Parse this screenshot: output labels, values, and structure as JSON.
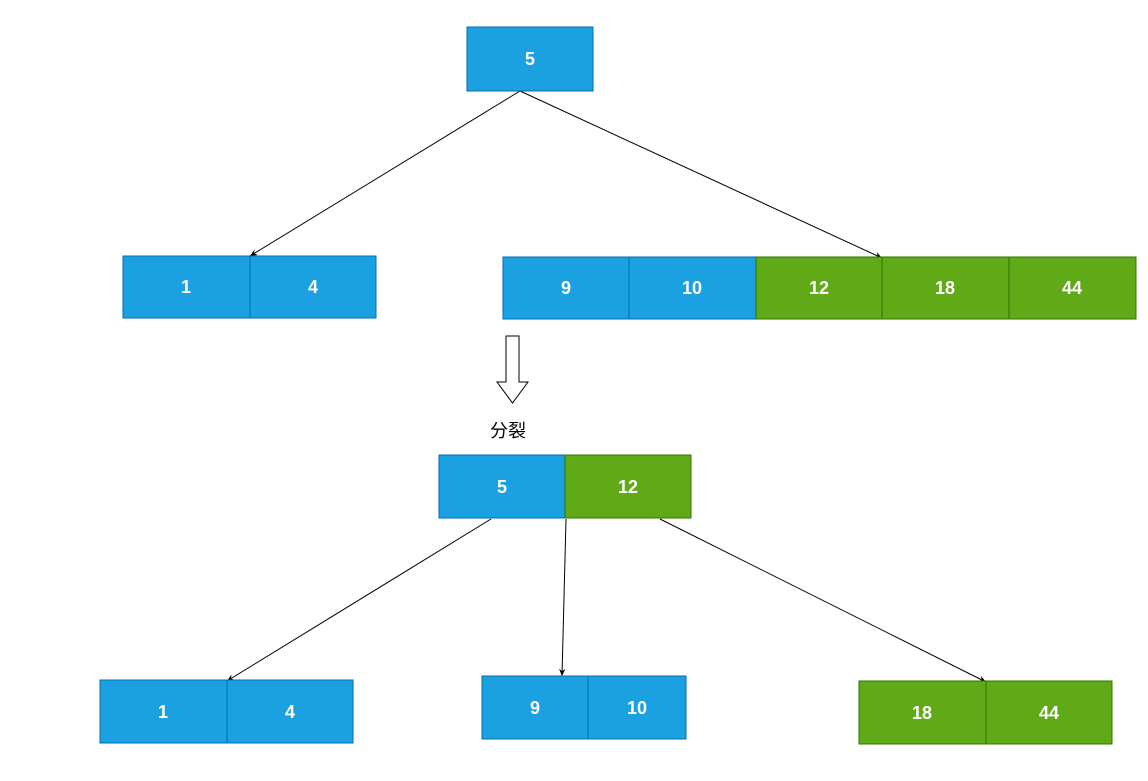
{
  "colors": {
    "blue": "#1ba1e2",
    "blue_stroke": "#006eaf",
    "green": "#60a917",
    "green_stroke": "#2d7600",
    "edge": "#000000"
  },
  "before": {
    "root": [
      {
        "key": "5",
        "color": "blue"
      }
    ],
    "left_leaf": [
      {
        "key": "1",
        "color": "blue"
      },
      {
        "key": "4",
        "color": "blue"
      }
    ],
    "right_leaf": [
      {
        "key": "9",
        "color": "blue"
      },
      {
        "key": "10",
        "color": "blue"
      },
      {
        "key": "12",
        "color": "green"
      },
      {
        "key": "18",
        "color": "green"
      },
      {
        "key": "44",
        "color": "green"
      }
    ]
  },
  "transition": {
    "arrow_icon": "down-arrow-icon",
    "label": "分裂"
  },
  "after": {
    "root": [
      {
        "key": "5",
        "color": "blue"
      },
      {
        "key": "12",
        "color": "green"
      }
    ],
    "left_leaf": [
      {
        "key": "1",
        "color": "blue"
      },
      {
        "key": "4",
        "color": "blue"
      }
    ],
    "middle_leaf": [
      {
        "key": "9",
        "color": "blue"
      },
      {
        "key": "10",
        "color": "blue"
      }
    ],
    "right_leaf": [
      {
        "key": "18",
        "color": "green"
      },
      {
        "key": "44",
        "color": "green"
      }
    ]
  }
}
